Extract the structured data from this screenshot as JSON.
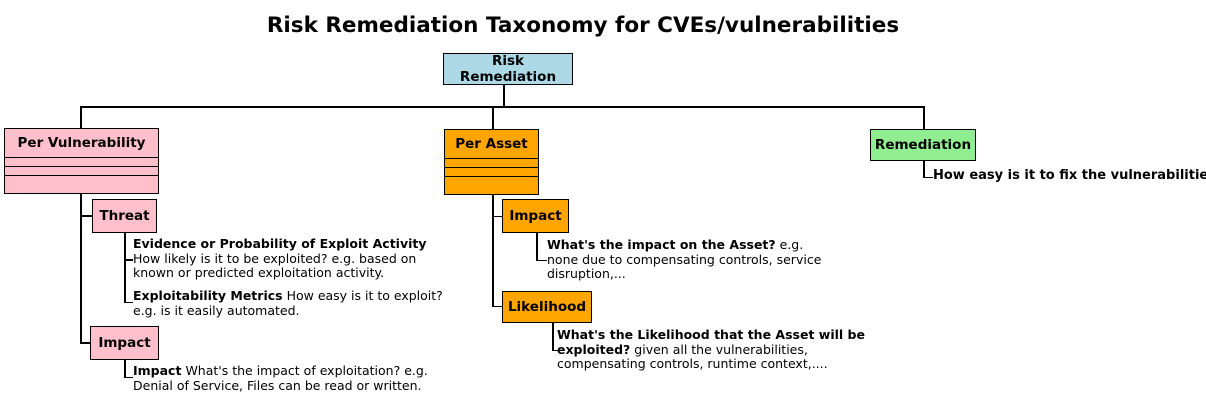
{
  "title": "Risk Remediation Taxonomy for CVEs/vulnerabilities",
  "colors": {
    "root_fill": "#ADD8E6",
    "per_vulnerability_fill": "#FFC0CB",
    "per_asset_fill": "#FFA500",
    "remediation_fill": "#90EE90",
    "border": "#000000",
    "background": "#FFFFFF"
  },
  "root": {
    "label": "Risk Remediation"
  },
  "branches": [
    {
      "label": "Per Vulnerability",
      "children": [
        {
          "label": "Threat",
          "notes": [
            {
              "bold": "Evidence or Probability of Exploit Activity",
              "text": "How likely is it to be exploited? e.g. based on known or predicted exploitation activity."
            },
            {
              "bold": "Exploitability Metrics",
              "text": "How easy is it to exploit? e.g. is it easily automated."
            }
          ]
        },
        {
          "label": "Impact",
          "notes": [
            {
              "bold": "Impact",
              "text": "What's the impact of exploitation? e.g. Denial of Service, Files can be read or written."
            }
          ]
        }
      ]
    },
    {
      "label": "Per Asset",
      "children": [
        {
          "label": "Impact",
          "notes": [
            {
              "bold": "What's the impact on the Asset?",
              "text": "e.g. none due to compensating controls, service disruption,..."
            }
          ]
        },
        {
          "label": "Likelihood",
          "notes": [
            {
              "bold": "What's the Likelihood that the Asset will be exploited?",
              "text": "given all the vulnerabilities, compensating controls, runtime context,...."
            }
          ]
        }
      ]
    },
    {
      "label": "Remediation",
      "notes": [
        {
          "bold": "How easy is it to fix the vulnerabilities?",
          "text": ""
        }
      ]
    }
  ]
}
